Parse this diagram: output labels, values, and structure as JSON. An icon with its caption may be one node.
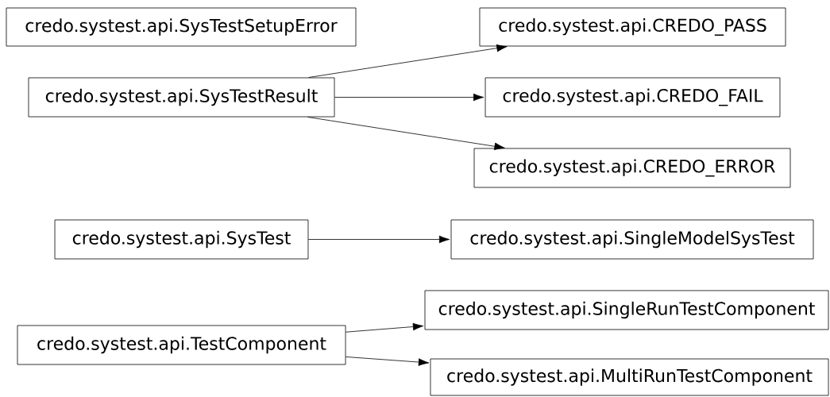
{
  "diagram": {
    "nodes": [
      {
        "text": [
          "credo.systest.api.SysTestSetupError"
        ]
      },
      {
        "text": [
          "credo.systest.api.SysTestResult"
        ]
      },
      {
        "text": [
          "credo.systest.api.CREDO_PASS"
        ]
      },
      {
        "text": [
          "credo.systest.api.CREDO_FAIL"
        ]
      },
      {
        "text": [
          "credo.systest.api.CREDO_ERROR"
        ]
      },
      {
        "text": [
          "credo.systest.api.SysTest"
        ]
      },
      {
        "text": [
          "credo.systest.api.SingleModelSysTest"
        ]
      },
      {
        "text": [
          "credo.systest.api.TestComponent"
        ]
      },
      {
        "text": [
          "credo.systest.api.SingleRunTestComponent"
        ]
      },
      {
        "text": [
          "credo.systest.api.MultiRunTestComponent"
        ]
      }
    ],
    "edges": [
      {
        "from": 1,
        "to": 2,
        "arrow": "to"
      },
      {
        "from": 1,
        "to": 3,
        "arrow": "to"
      },
      {
        "from": 1,
        "to": 4,
        "arrow": "to"
      },
      {
        "from": 5,
        "to": 6,
        "arrow": "to"
      },
      {
        "from": 7,
        "to": 8,
        "arrow": "to"
      },
      {
        "from": 7,
        "to": 9,
        "arrow": "to"
      }
    ]
  }
}
